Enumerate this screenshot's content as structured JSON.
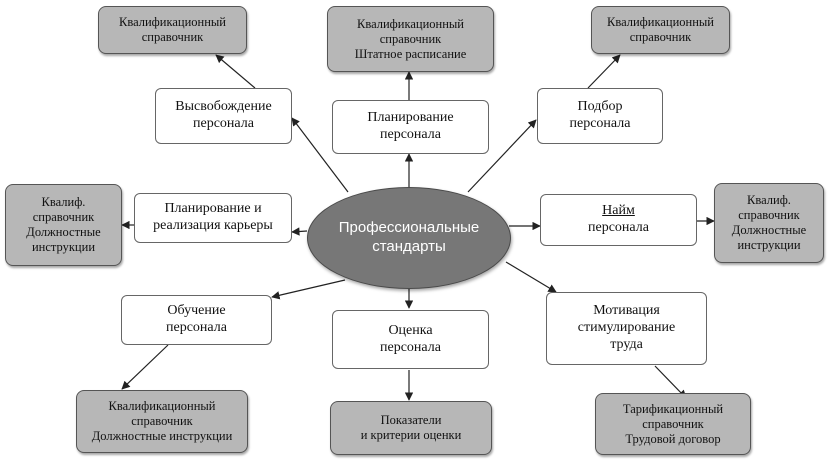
{
  "center": {
    "line1": "Профессиональные",
    "line2": "стандарты"
  },
  "functions": {
    "planning": [
      "Планирование",
      "персонала"
    ],
    "release": [
      "Высвобождение",
      "персонала"
    ],
    "selection": [
      "Подбор",
      "персонала"
    ],
    "career": [
      "Планирование и",
      "реализация карьеры"
    ],
    "hiring": [
      "Найм",
      "персонала"
    ],
    "training": [
      "Обучение",
      "персонала"
    ],
    "assessment": [
      "Оценка",
      "персонала"
    ],
    "motivation": [
      "Мотивация",
      "стимулирование",
      "труда"
    ]
  },
  "documents": {
    "planning": [
      "Квалификационный",
      "справочник",
      "Штатное расписание"
    ],
    "release": [
      "Квалификационный",
      "справочник"
    ],
    "selection": [
      "Квалификационный",
      "справочник"
    ],
    "career": [
      "Квалиф.",
      "справочник",
      "Должностные",
      "инструкции"
    ],
    "hiring": [
      "Квалиф.",
      "справочник",
      "Должностные",
      "инструкции"
    ],
    "training": [
      "Квалификационный",
      "справочник",
      "Должностные инструкции"
    ],
    "assessment": [
      "Показатели",
      "и критерии оценки"
    ],
    "motivation": [
      "Тарификационный",
      "справочник",
      "Трудовой договор"
    ]
  }
}
